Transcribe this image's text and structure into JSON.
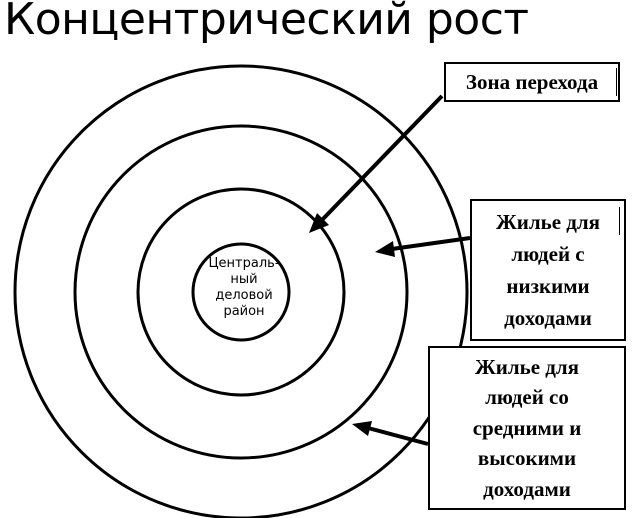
{
  "title": "Концентрический рост",
  "center_label": {
    "lines": [
      "Централь-",
      "ный",
      "деловой",
      "район"
    ]
  },
  "callouts": {
    "transition": {
      "lines": [
        "Зона перехода"
      ]
    },
    "low_income": {
      "lines": [
        "Жилье для",
        "людей с",
        "низкими",
        "доходами"
      ]
    },
    "mid_high_income": {
      "lines": [
        "Жилье для",
        "людей со",
        "средними и",
        "высокими",
        "доходами"
      ]
    }
  },
  "colors": {
    "ink": "#000000",
    "background": "#ffffff"
  }
}
